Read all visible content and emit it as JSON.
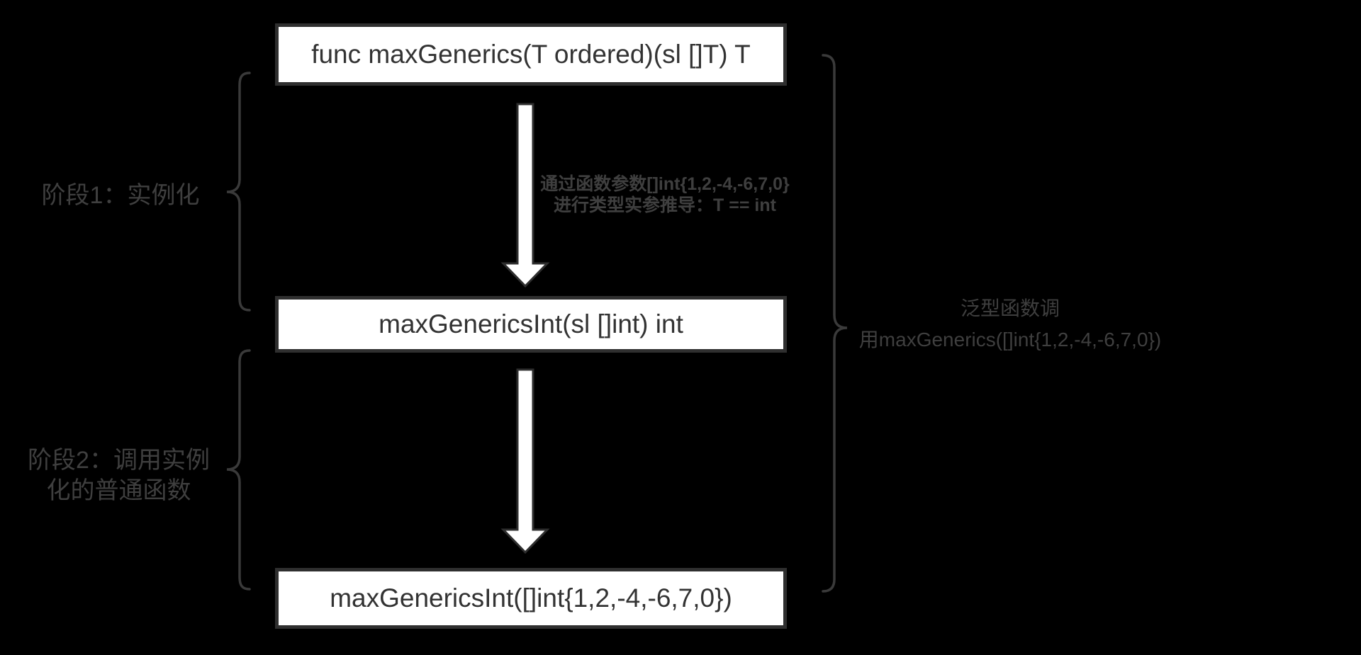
{
  "diagram": {
    "background": "#000000",
    "colors": {
      "box_fill": "#ffffff",
      "box_border": "#2f2f2f",
      "box_text": "#333333",
      "label_text": "#3f3f3f",
      "arrow_fill": "#ffffff",
      "arrow_outline": "#2e2e2e",
      "brace": "#3a3a3a"
    },
    "boxes": [
      {
        "id": "generic-function",
        "text": "func maxGenerics(T ordered)(sl []T) T"
      },
      {
        "id": "instantiated-function",
        "text": "maxGenericsInt(sl []int) int"
      },
      {
        "id": "function-call",
        "text": "maxGenericsInt([]int{1,2,-4,-6,7,0})"
      }
    ],
    "arrow1_label": {
      "line1": "通过函数参数[]int{1,2,-4,-6,7,0}",
      "line2": "进行类型实参推导：T == int"
    },
    "left_labels": [
      {
        "line1": "阶段1：实例化"
      },
      {
        "line1": "阶段2：调用实例",
        "line2": "化的普通函数"
      }
    ],
    "right_label": {
      "line1": "泛型函数调",
      "line2": "用maxGenerics([]int{1,2,-4,-6,7,0})"
    }
  }
}
